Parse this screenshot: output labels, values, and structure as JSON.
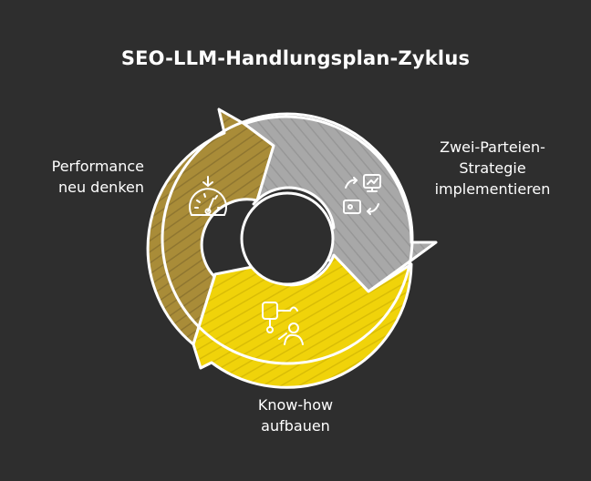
{
  "title": "SEO-LLM-Handlungsplan-Zyklus",
  "colors": {
    "background": "#2e2e2e",
    "segment_olive": "#a98c38",
    "segment_gray": "#a8a8a8",
    "segment_yellow": "#f0d30a",
    "outline": "#ffffff"
  },
  "steps": [
    {
      "lines": [
        "Performance",
        "neu denken"
      ],
      "icon": "speedometer-icon",
      "color": "#a98c38"
    },
    {
      "lines": [
        "Zwei-Parteien-",
        "Strategie",
        "implementieren"
      ],
      "icon": "devices-exchange-icon",
      "color": "#a8a8a8"
    },
    {
      "lines": [
        "Know-how",
        "aufbauen"
      ],
      "icon": "learning-idea-icon",
      "color": "#f0d30a"
    }
  ]
}
